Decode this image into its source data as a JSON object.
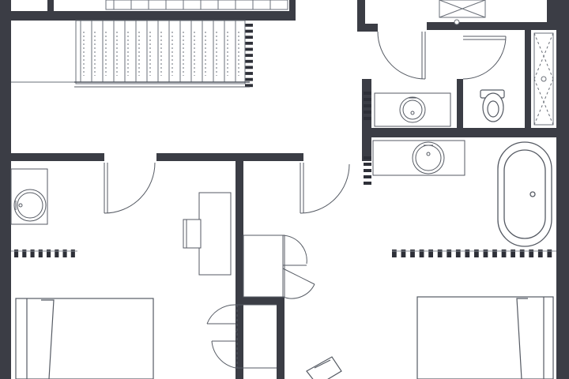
{
  "plan": {
    "colors": {
      "wall": "#3b3d45",
      "line": "#555a63",
      "thin": "#8a8f97",
      "paper": "#ffffff"
    },
    "rooms": [
      "stair-hall",
      "bathroom-1",
      "bathroom-2",
      "bedroom-left",
      "bedroom-right",
      "closet",
      "hallway"
    ],
    "fixtures": [
      "staircase",
      "sink-vanity-top",
      "toilet",
      "shower",
      "bathtub",
      "sink-vanity-right",
      "sink-left",
      "desk",
      "chair",
      "bed-left",
      "bed-right",
      "armchair",
      "window-marks"
    ]
  }
}
